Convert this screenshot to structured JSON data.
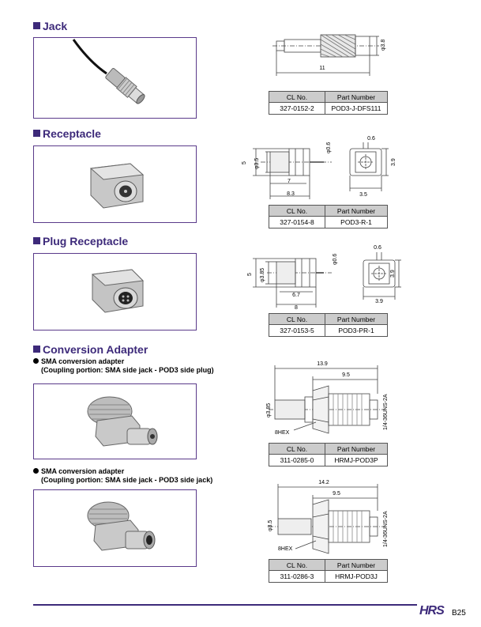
{
  "sections": {
    "jack": {
      "title": "Jack",
      "dims": {
        "length": "11",
        "dia": "φ3.8"
      },
      "table": {
        "h1": "CL No.",
        "h2": "Part Number",
        "cl": "327-0152-2",
        "pn": "POD3-J-DFS111"
      }
    },
    "receptacle": {
      "title": "Receptacle",
      "dims": {
        "d1": "5",
        "d2": "φ3.5",
        "d3": "φ0.6",
        "d4": "7",
        "d5": "8.3",
        "d6": "0.6",
        "d7": "3.9",
        "d8": "3.5"
      },
      "table": {
        "h1": "CL No.",
        "h2": "Part Number",
        "cl": "327-0154-8",
        "pn": "POD3-R-1"
      }
    },
    "plug_receptacle": {
      "title": "Plug Receptacle",
      "dims": {
        "d1": "5",
        "d2": "φ3.85",
        "d3": "φ0.6",
        "d4": "6.7",
        "d5": "8",
        "d6": "0.6",
        "d7": "3.9",
        "d8": "3.9"
      },
      "table": {
        "h1": "CL No.",
        "h2": "Part Number",
        "cl": "327-0153-5",
        "pn": "POD3-PR-1"
      }
    },
    "conversion": {
      "title": "Conversion Adapter",
      "item1": {
        "line1": "SMA conversion adapter",
        "line2": "(Coupling portion: SMA side jack - POD3 side plug)",
        "dims": {
          "d1": "13.9",
          "d2": "9.5",
          "d3": "φ3.85",
          "d4": "8HEX",
          "d5": "1/4-36UNS-2A"
        },
        "table": {
          "h1": "CL No.",
          "h2": "Part Number",
          "cl": "311-0285-0",
          "pn": "HRMJ-POD3P"
        }
      },
      "item2": {
        "line1": "SMA conversion adapter",
        "line2": "(Coupling portion: SMA side jack - POD3 side jack)",
        "dims": {
          "d1": "14.2",
          "d2": "9.5",
          "d3": "φ3.5",
          "d4": "8HEX",
          "d5": "1/4-36UNS-2A"
        },
        "table": {
          "h1": "CL No.",
          "h2": "Part Number",
          "cl": "311-0286-3",
          "pn": "HRMJ-POD3J"
        }
      }
    }
  },
  "footer": {
    "logo": "HRS",
    "page": "B25"
  },
  "colors": {
    "accent": "#3d2a7a",
    "table_header": "#cccccc"
  }
}
